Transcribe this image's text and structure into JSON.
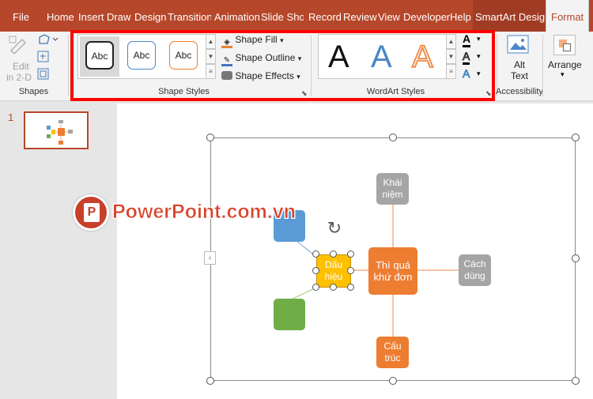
{
  "tabs": {
    "file": "File",
    "home": "Home",
    "insert": "Insert",
    "draw": "Draw",
    "design": "Design",
    "transitions": "Transitions",
    "animations": "Animation",
    "slideshow": "Slide Show",
    "record": "Record",
    "review": "Review",
    "view": "View",
    "developer": "Developer",
    "help": "Help",
    "smartart_design": "SmartArt Design",
    "format": "Format"
  },
  "ribbon": {
    "shapes": {
      "edit_line1": "Edit",
      "edit_line2": "in 2-D",
      "label": "Shapes"
    },
    "shape_styles": {
      "abc": [
        "Abc",
        "Abc",
        "Abc"
      ],
      "fill": "Shape Fill",
      "outline": "Shape Outline",
      "effects": "Shape Effects",
      "label": "Shape Styles"
    },
    "wordart": {
      "letters": [
        "A",
        "A",
        "A"
      ],
      "label": "WordArt Styles"
    },
    "accessibility": {
      "alt_line1": "Alt",
      "alt_line2": "Text",
      "label": "Accessibility"
    },
    "arrange": {
      "label": "Arrange"
    }
  },
  "slide_panel": {
    "number": "1"
  },
  "watermark": {
    "text": "PowerPoint.com.vn"
  },
  "smartart": {
    "center": "Thì quá khứ đơn",
    "top": "Khái niệm",
    "right": "Cách dùng",
    "bottom": "Cấu trúc",
    "selected": "Dấu hiệu"
  },
  "colors": {
    "accent": "#b7472a",
    "orange": "#ed7d31",
    "gray": "#a5a5a5",
    "blue": "#5b9bd5",
    "green": "#70ad47",
    "yellow": "#ffc000",
    "highlight": "#ff0000"
  }
}
